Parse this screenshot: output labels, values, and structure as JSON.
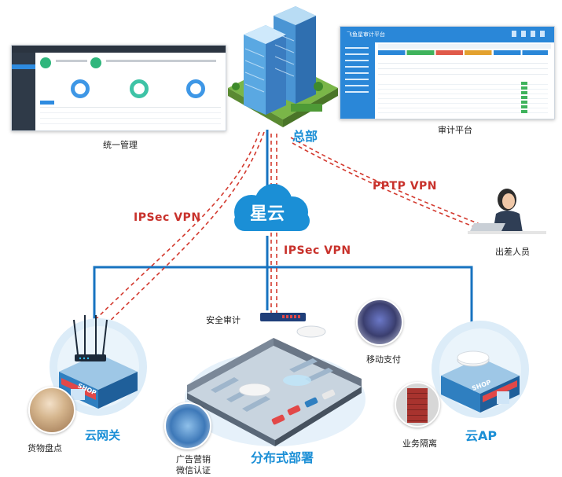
{
  "nodes": {
    "hq": "总部",
    "cloud": "星云",
    "unified_mgmt": "统一管理",
    "audit_platform": "审计平台",
    "traveler": "出差人员",
    "security_audit": "安全审计",
    "mobile_pay": "移动支付",
    "cloud_gateway": "云网关",
    "cloud_ap": "云AP",
    "distributed": "分布式部署",
    "inventory": "货物盘点",
    "biz_isolation": "业务隔离",
    "ad_marketing": "广告营销",
    "wechat_auth": "微信认证",
    "shop_left": "SHOP",
    "shop_right": "SHOP"
  },
  "links": {
    "ipsec_left": "IPSec VPN",
    "ipsec_center": "IPSec VPN",
    "pptp": "PPTP VPN"
  },
  "audit_screen": {
    "title": "飞鱼星审计平台"
  },
  "colors": {
    "blue": "#1b8fd6",
    "red": "#c8312b",
    "line": "#1773c0"
  }
}
